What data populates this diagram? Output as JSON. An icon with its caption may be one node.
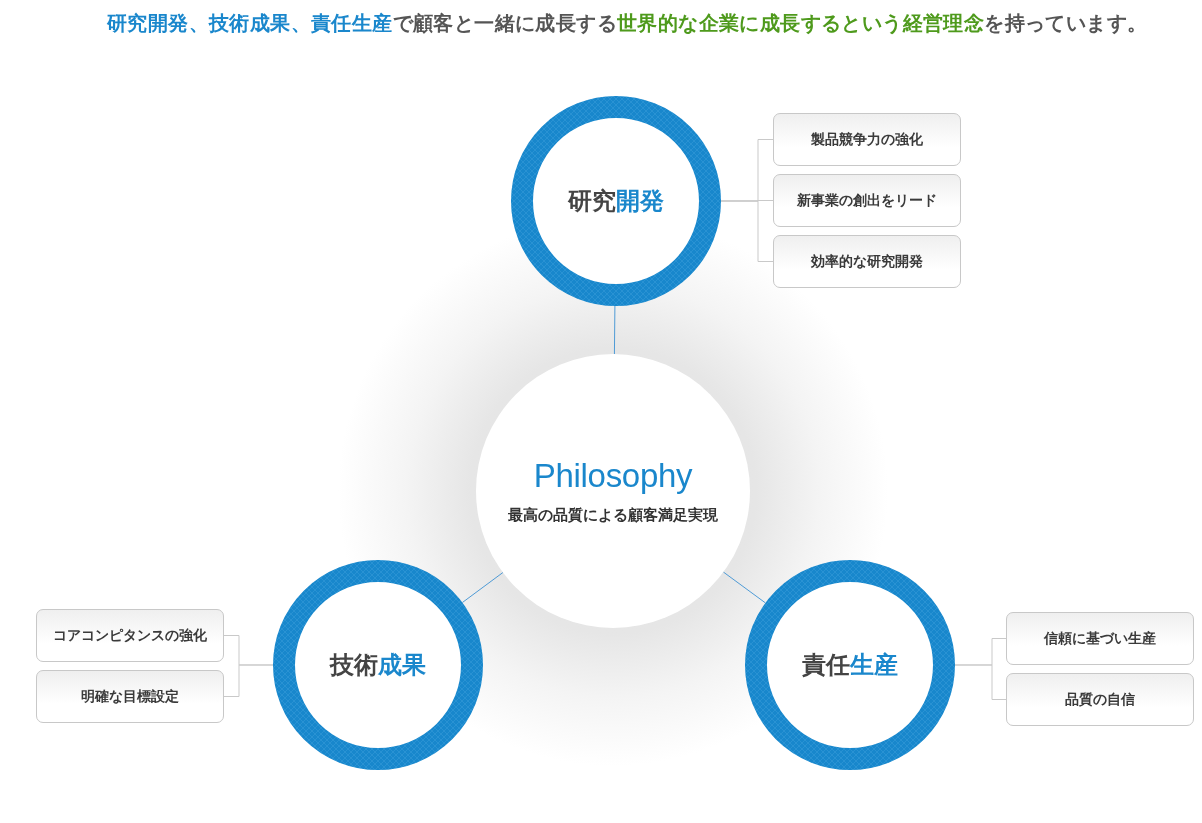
{
  "diagram": {
    "title": "**研究開発、技術成果、責任生産**で顧客と一緒に成長する**世界的な企業に成長するという経営理念**を持っています。",
    "nodes": [
      {
        "text": [
          "研究**開発**"
        ]
      },
      {
        "text": [
          "製品競争力の強化"
        ]
      },
      {
        "text": [
          "新事業の創出をリード"
        ]
      },
      {
        "text": [
          "効率的な研究開発"
        ]
      },
      {
        "text": [
          "Philosophy",
          "最高の品質による顧客満足実現"
        ]
      },
      {
        "text": [
          "技術**成果**"
        ]
      },
      {
        "text": [
          "コアコンピタンスの強化"
        ]
      },
      {
        "text": [
          "明確な目標設定"
        ]
      },
      {
        "text": [
          "責任**生産**"
        ]
      },
      {
        "text": [
          "信頼に基づい生産"
        ]
      },
      {
        "text": [
          "品質の自信"
        ]
      }
    ],
    "edges": [
      {
        "from": 4,
        "to": 0,
        "arrow": "none",
        "color": "#4f9bd6"
      },
      {
        "from": 4,
        "to": 5,
        "arrow": "none",
        "color": "#4f9bd6"
      },
      {
        "from": 4,
        "to": 8,
        "arrow": "none",
        "color": "#4f9bd6"
      },
      {
        "from": 0,
        "to": 1,
        "arrow": "none"
      },
      {
        "from": 0,
        "to": 2,
        "arrow": "none"
      },
      {
        "from": 0,
        "to": 3,
        "arrow": "none"
      },
      {
        "from": 5,
        "to": 6,
        "arrow": "none"
      },
      {
        "from": 5,
        "to": 7,
        "arrow": "none"
      },
      {
        "from": 8,
        "to": 9,
        "arrow": "none"
      },
      {
        "from": 8,
        "to": 10,
        "arrow": "none"
      }
    ]
  }
}
